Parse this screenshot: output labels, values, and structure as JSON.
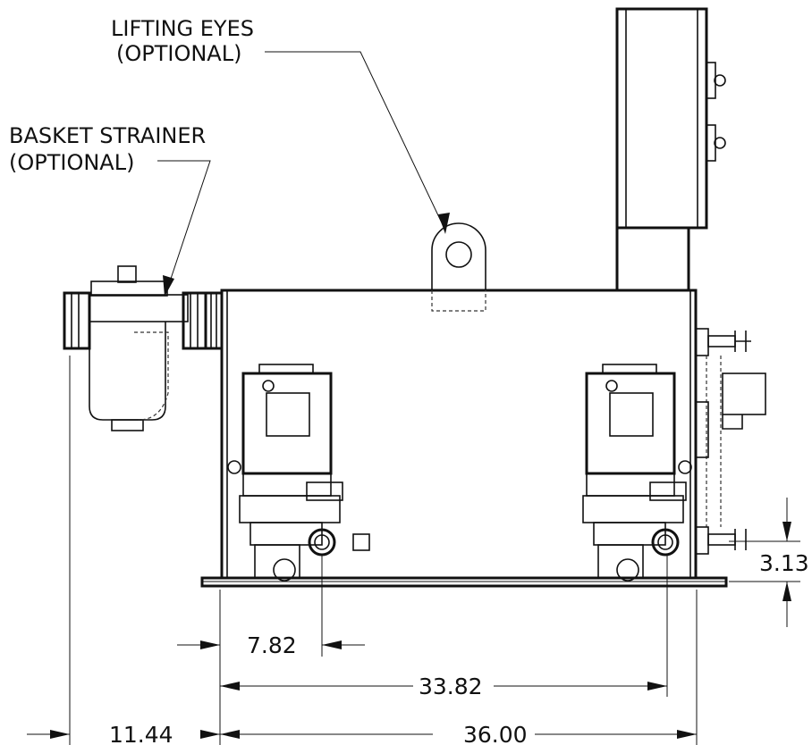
{
  "callouts": {
    "lifting_eyes_line1": "LIFTING EYES",
    "lifting_eyes_line2": "(OPTIONAL)",
    "basket_strainer_line1": "BASKET STRAINER",
    "basket_strainer_line2": "(OPTIONAL)"
  },
  "dimensions": {
    "pump_offset": "7.82",
    "pump_spacing": "33.82",
    "overall_length": "36.00",
    "strainer_offset": "11.44",
    "base_height": "3.13"
  }
}
